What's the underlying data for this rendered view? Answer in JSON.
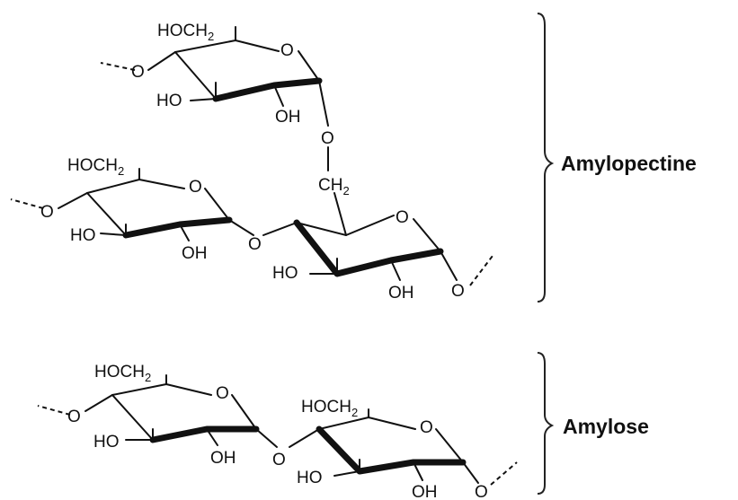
{
  "labels": {
    "amylopectine": "Amylopectine",
    "amylose": "Amylose"
  },
  "atoms": {
    "hoch": "HOCH",
    "sub2": "2",
    "ring_o": "O",
    "ho": "HO",
    "oh": "OH",
    "link_o": "O",
    "ch": "CH"
  }
}
